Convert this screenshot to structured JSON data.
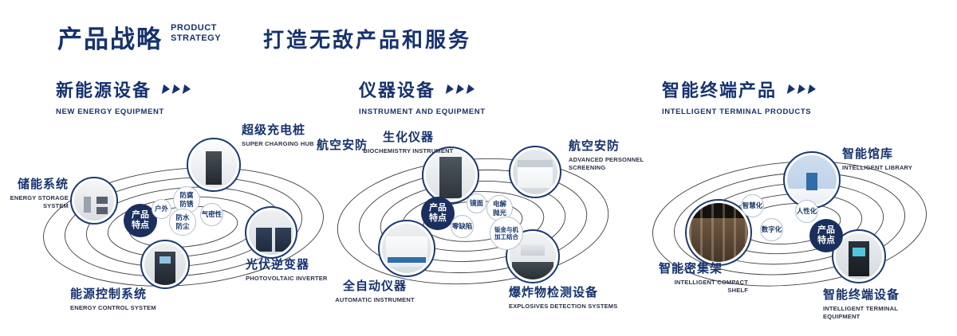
{
  "palette": {
    "navy": "#16326e",
    "ring": "#1c3a6e",
    "badge_bg": "#1b2f5e",
    "orbit_stroke": "#3c3c3c"
  },
  "header": {
    "title": "产品战略",
    "subtitle_lines": [
      "PRODUCT",
      "STRATEGY"
    ],
    "tagline": "打造无敌产品和服务"
  },
  "sections": [
    {
      "title": "新能源设备",
      "subtitle": "NEW ENERGY EQUIPMENT",
      "badge": "产品特点",
      "tags": [
        "防腐防锈",
        "户外",
        "气密性",
        "防水防尘"
      ],
      "products": [
        {
          "name": "储能系统",
          "en": "ENERGY STORAGE SYSTEM"
        },
        {
          "name": "超级充电桩",
          "en": "SUPER CHARGING HUB"
        },
        {
          "name": "光伏逆变器",
          "en": "PHOTOVOLTAIC INVERTER"
        },
        {
          "name": "能源控制系统",
          "en": "ENERGY CONTROL SYSTEM"
        }
      ]
    },
    {
      "title": "仪器设备",
      "subtitle": "INSTRUMENT AND EQUIPMENT",
      "badge": "产品特点",
      "extra_label": "航空安防",
      "tags": [
        "镜面",
        "电解抛光",
        "零缺陷",
        "钣金与机加工结合"
      ],
      "products": [
        {
          "name": "生化仪器",
          "en": "BIOCHEMISTRY INSTRUMENT"
        },
        {
          "name": "航空安防",
          "en": "ADVANCED PERSONNEL SCREENING"
        },
        {
          "name": "全自动仪器",
          "en": "AUTOMATIC INSTRUMENT"
        },
        {
          "name": "爆炸物检测设备",
          "en": "EXPLOSIVES DETECTION SYSTEMS"
        }
      ]
    },
    {
      "title": "智能终端产品",
      "subtitle": "INTELLIGENT TERMINAL PRODUCTS",
      "badge": "产品特点",
      "tags": [
        "智慧化",
        "人性化",
        "数字化"
      ],
      "products": [
        {
          "name": "智能馆库",
          "en": "INTELLIGENT LIBRARY"
        },
        {
          "name": "智能密集架",
          "en": "INTELLIGENT COMPACT SHELF"
        },
        {
          "name": "智能终端设备",
          "en": "INTELLIGENT TERMINAL EQUIPMENT"
        }
      ]
    }
  ]
}
